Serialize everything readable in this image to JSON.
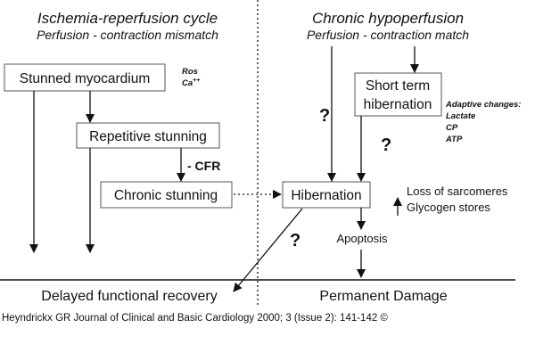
{
  "left_header": {
    "title": "Ischemia-reperfusion cycle",
    "subtitle": "Perfusion - contraction mismatch"
  },
  "right_header": {
    "title": "Chronic hypoperfusion",
    "subtitle": "Perfusion - contraction match"
  },
  "boxes": {
    "stunned": "Stunned myocardium",
    "repetitive": "Repetitive stunning",
    "chronic_stunning": "Chronic stunning",
    "short_term_line1": "Short term",
    "short_term_line2": "hibernation",
    "hibernation": "Hibernation"
  },
  "ros_label": "Ros",
  "ca_label": "Ca",
  "ca_sup": "++",
  "cfr_label": "- CFR",
  "adaptive": {
    "title": "Adaptive changes:",
    "items": [
      "Lactate",
      "CP",
      "ATP"
    ]
  },
  "loss_label": "Loss of sarcomeres",
  "glycogen_label": "Glycogen stores",
  "apoptosis_label": "Apoptosis",
  "question_mark": "?",
  "bottom": {
    "left": "Delayed functional recovery",
    "right": "Permanent Damage"
  },
  "caption": "Heyndrickx GR Journal of Clinical and Basic Cardiology 2000; 3 (Issue 2): 141-142 ©"
}
